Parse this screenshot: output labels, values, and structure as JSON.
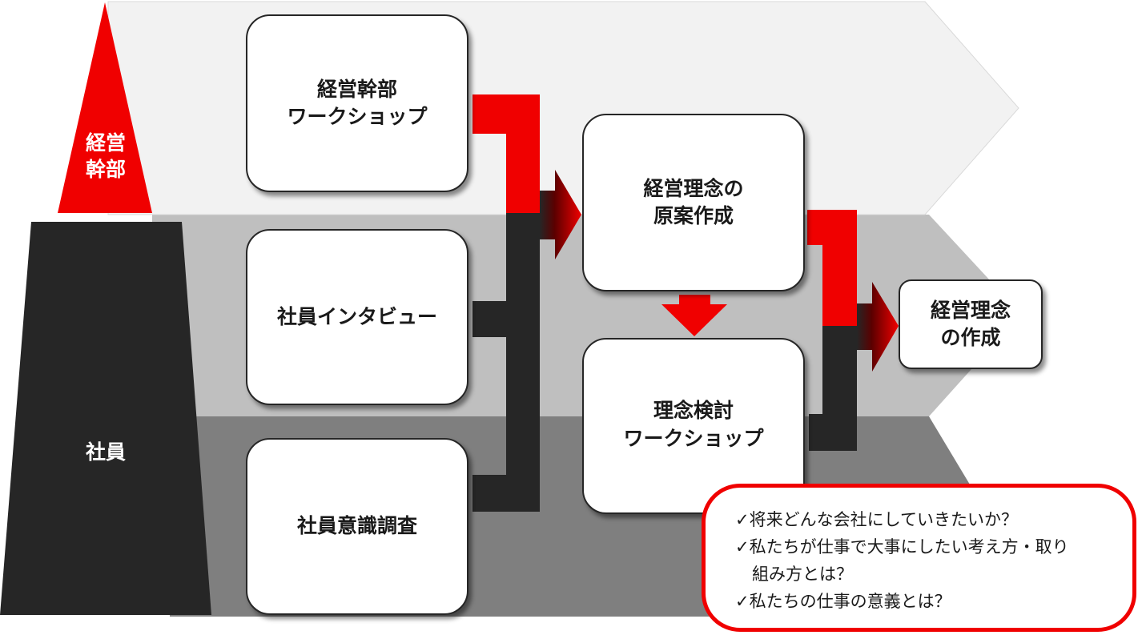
{
  "pyramid": {
    "top_label": [
      "経営",
      "幹部"
    ],
    "bottom_label": "社員"
  },
  "inputs": {
    "exec_workshop": [
      "経営幹部",
      "ワークショップ"
    ],
    "interview": "社員インタビュー",
    "survey": "社員意識調査"
  },
  "process": {
    "draft": [
      "経営理念の",
      "原案作成"
    ],
    "review_workshop": [
      "理念検討",
      "ワークショップ"
    ]
  },
  "output": [
    "経営理念",
    "の作成"
  ],
  "bubble": {
    "lines": [
      "✓将来どんな会社にしていきたいか？",
      "✓私たちが仕事で大事にしたい考え方・取り",
      "　組み方とは？",
      "✓私たちの仕事の意義とは？"
    ]
  },
  "colors": {
    "accent": "#f00000",
    "dark": "#262626",
    "band_top": "#f2f2f2",
    "band_mid": "#bfbfbf",
    "band_bottom": "#7f7f7f"
  }
}
